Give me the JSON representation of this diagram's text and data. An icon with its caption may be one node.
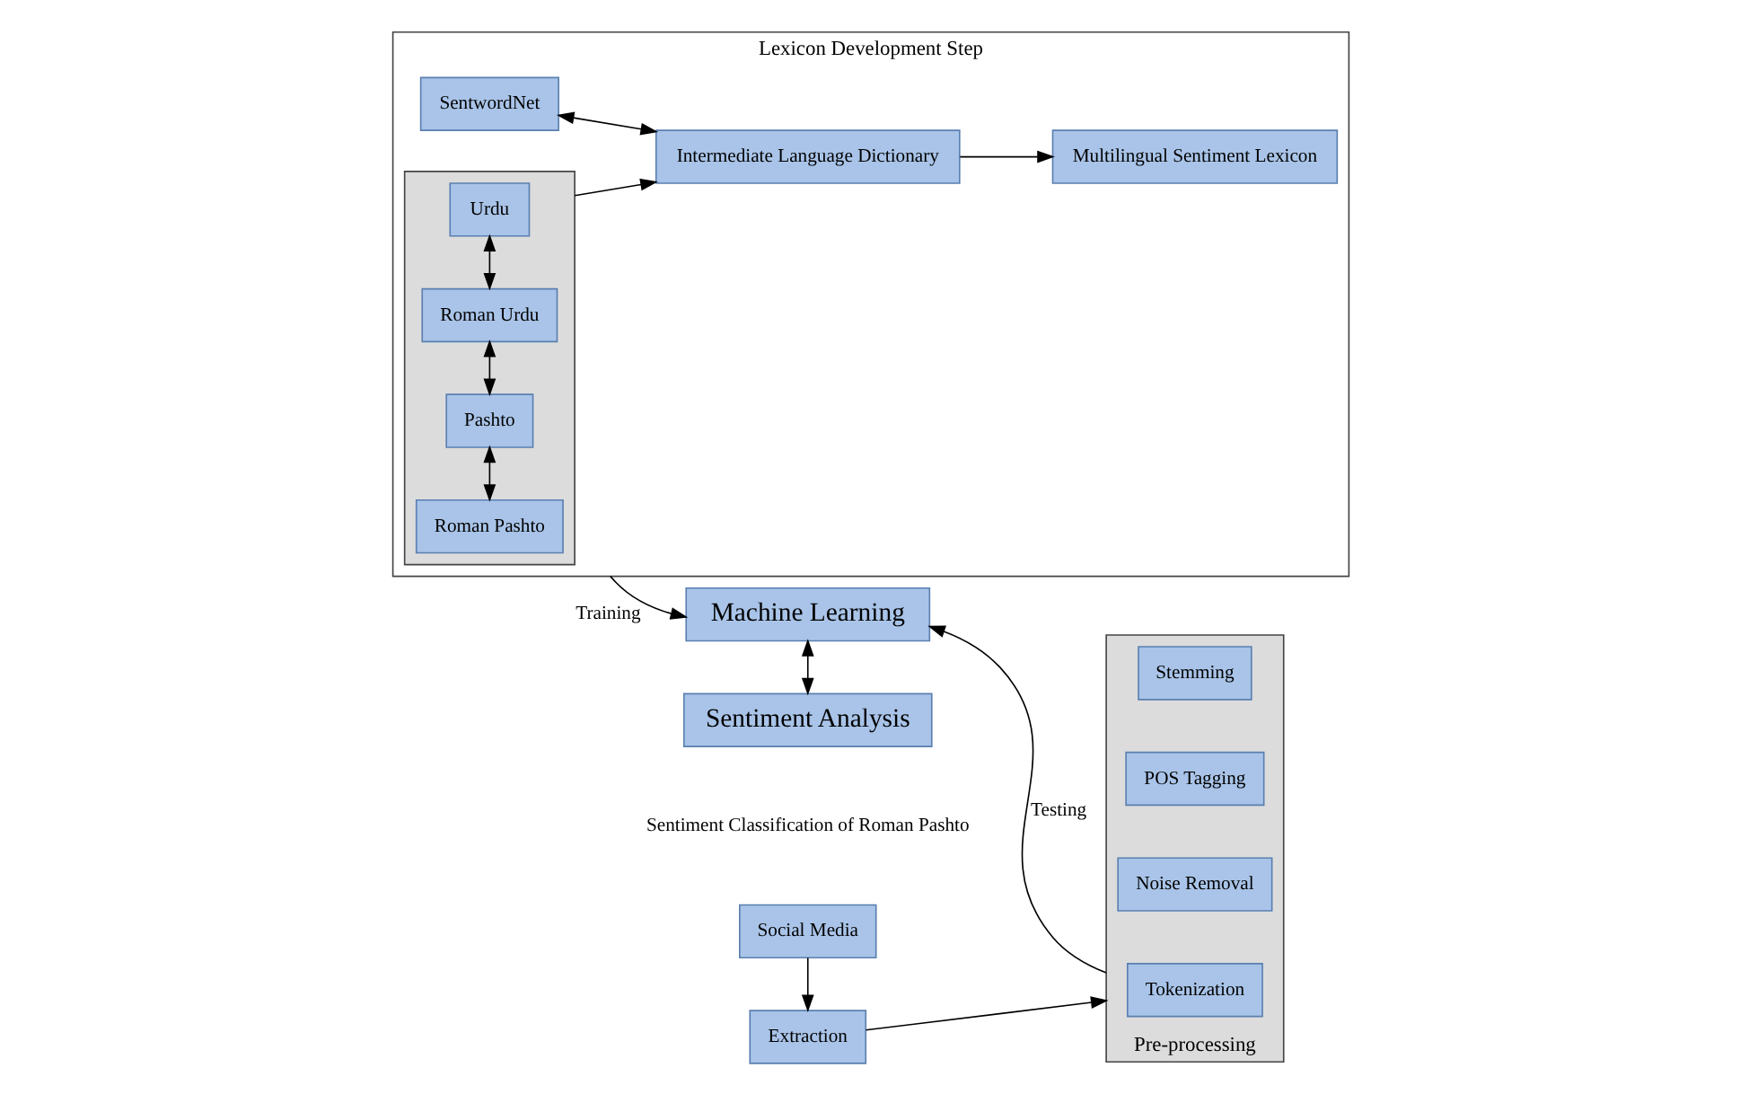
{
  "diagram": {
    "nodes": [
      {
        "text": [
          "Lexicon Development Step"
        ]
      },
      {
        "text": [],
        "shape": "box",
        "in": 0
      },
      {
        "text": [
          "Urdu"
        ],
        "in": 1
      },
      {
        "text": [
          "Roman Urdu"
        ],
        "in": 1
      },
      {
        "text": [
          "Pashto"
        ],
        "in": 1
      },
      {
        "text": [
          "Roman Pashto"
        ],
        "in": 1
      },
      {
        "text": [
          "SentwordNet"
        ],
        "in": 0
      },
      {
        "text": [
          "Intermediate Language Dictionary"
        ],
        "in": 0
      },
      {
        "text": [
          "Multilingual Sentiment Lexicon"
        ],
        "in": 0
      },
      {
        "text": [
          "Machine Learning"
        ]
      },
      {
        "text": [
          "Social Media"
        ]
      },
      {
        "text": [
          "Extraction"
        ]
      },
      {
        "text": [
          "Pre-processing"
        ]
      },
      {
        "text": [
          "Tokenization"
        ],
        "in": 12
      },
      {
        "text": [
          "Stemming"
        ],
        "in": 12
      },
      {
        "text": [
          "POS Tagging"
        ],
        "in": 12
      },
      {
        "text": [
          "Noise Removal"
        ],
        "in": 12
      },
      {
        "text": [
          "Sentiment Analysis"
        ]
      }
    ],
    "edges": [
      {
        "from": 2,
        "to": 3,
        "arrow": "both"
      },
      {
        "from": 3,
        "to": 4,
        "arrow": "both"
      },
      {
        "from": 4,
        "to": 5,
        "arrow": "both"
      },
      {
        "from": 1,
        "to": 7,
        "arrow": "to"
      },
      {
        "from": 6,
        "to": 7,
        "arrow": "both"
      },
      {
        "from": 7,
        "to": 8,
        "arrow": "to"
      },
      {
        "from": 0,
        "to": 9,
        "label": "Training",
        "arrow": "to"
      },
      {
        "from": 10,
        "to": 11,
        "arrow": "to"
      },
      {
        "from": 11,
        "to": 12,
        "arrow": "to"
      },
      {
        "from": 12,
        "to": 9,
        "label": "Testing",
        "arrow": "to"
      },
      {
        "from": 9,
        "to": 17,
        "arrow": "both"
      }
    ],
    "labels": [
      "Sentiment Classification of Roman Pashto"
    ]
  }
}
